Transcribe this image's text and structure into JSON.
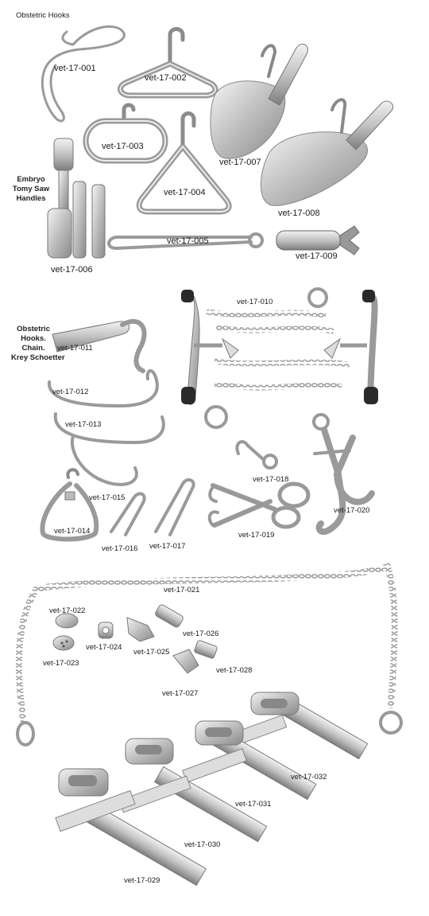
{
  "sections": {
    "obstetric_hooks": "Obstetric Hooks",
    "embryo_1": "Embryo",
    "embryo_2": "Tomy Saw",
    "embryo_3": "Handles",
    "krey_1": "Obstetric",
    "krey_2": "Hooks.",
    "krey_3": "Chain.",
    "krey_4": "Krey Schoetter"
  },
  "items": {
    "i001": "vet-17-001",
    "i002": "vet-17-002",
    "i003": "vet-17-003",
    "i004": "vet-17-004",
    "i005": "vet-17-005",
    "i006": "vet-17-006",
    "i007": "vet-17-007",
    "i008": "vet-17-008",
    "i009": "vet-17-009",
    "i010": "vet-17-010",
    "i011": "vet-17-011",
    "i012": "vet-17-012",
    "i013": "vet-17-013",
    "i014": "vet-17-014",
    "i015": "vet-17-015",
    "i016": "vet-17-016",
    "i017": "vet-17-017",
    "i018": "vet-17-018",
    "i019": "vet-17-019",
    "i020": "vet-17-020",
    "i021": "vet-17-021",
    "i022": "vet-17-022",
    "i023": "vet-17-023",
    "i024": "vet-17-024",
    "i025": "vet-17-025",
    "i026": "vet-17-026",
    "i027": "vet-17-027",
    "i028": "vet-17-028",
    "i029": "vet-17-029",
    "i030": "vet-17-030",
    "i031": "vet-17-031",
    "i032": "vet-17-032"
  },
  "colors": {
    "metal_light": "#e6e6e6",
    "metal_mid": "#b9b9b9",
    "metal_dark": "#7a7a7a",
    "rubber": "#2a2a2a"
  }
}
